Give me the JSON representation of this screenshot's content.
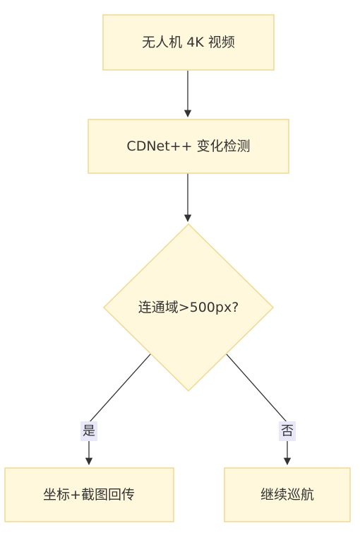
{
  "nodes": {
    "input": {
      "label": "无人机 4K 视频"
    },
    "detect": {
      "label": "CDNet++ 变化检测"
    },
    "decision": {
      "label": "连通域>500px?"
    },
    "yes_action": {
      "label": "坐标+截图回传"
    },
    "no_action": {
      "label": "继续巡航"
    }
  },
  "edges": {
    "yes_label": "是",
    "no_label": "否"
  },
  "colors": {
    "node_fill": "#fff8dc",
    "node_stroke": "#f0d890",
    "edge": "#333333",
    "edge_label_bg": "#e8e8f8"
  }
}
